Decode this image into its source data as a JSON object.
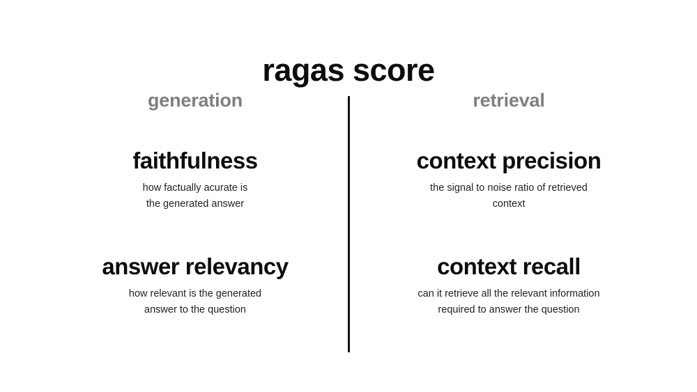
{
  "slide": {
    "title": "ragas score",
    "background_color": "#ffffff",
    "divider_color": "#111111",
    "heading_color": "#7f7f7f",
    "title_color": "#0d0d0d",
    "description_color": "#1f1f1f"
  },
  "columns": [
    {
      "id": "generation",
      "heading": "generation",
      "metrics": [
        {
          "id": "faithfulness",
          "title": "faithfulness",
          "description_lines": [
            "how factually acurate is",
            "the generated answer"
          ]
        },
        {
          "id": "answer-relevancy",
          "title": "answer relevancy",
          "description_lines": [
            "how relevant is the generated",
            "answer to the question"
          ]
        }
      ]
    },
    {
      "id": "retrieval",
      "heading": "retrieval",
      "metrics": [
        {
          "id": "context-precision",
          "title": "context precision",
          "description_lines": [
            "the signal to noise ratio of retrieved",
            "context"
          ]
        },
        {
          "id": "context-recall",
          "title": "context recall",
          "description_lines": [
            "can it retrieve all the relevant information",
            "required to answer the question"
          ]
        }
      ]
    }
  ]
}
